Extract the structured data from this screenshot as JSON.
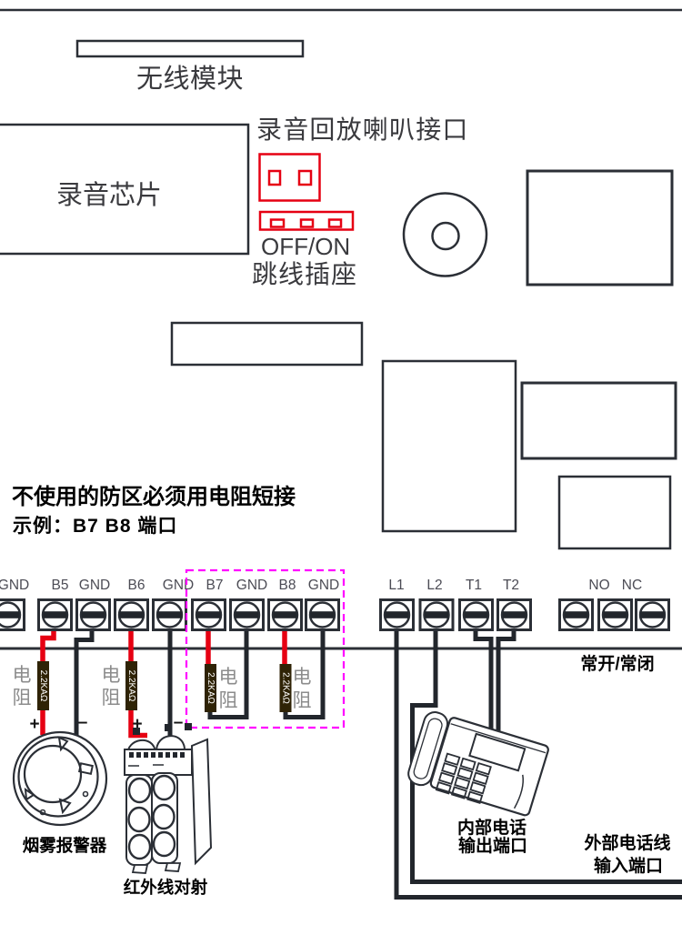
{
  "labels": {
    "wireless_module": "无线模块",
    "recording_chip": "录音芯片",
    "playback_speaker_port": "录音回放喇叭接口",
    "off_on": "OFF/ON",
    "jumper_socket": "跳线插座",
    "note_line1": "不使用的防区必须用电阻短接",
    "note_line2": "示例：B7 B8 端口",
    "normally_open_closed": "常开/常闭",
    "smoke_detector": "烟雾报警器",
    "infrared_beam": "红外线对射",
    "internal_phone_line1": "内部电话",
    "internal_phone_line2": "输出端口",
    "external_phone_line1": "外部电话线",
    "external_phone_line2": "输入端口"
  },
  "resistor": {
    "value": "2.2KAΩ",
    "label_char1": "电",
    "label_char2": "阻"
  },
  "polarity": {
    "plus": "+",
    "minus": "–"
  },
  "terminals": {
    "left_labels": [
      "GND",
      "B5",
      "GND",
      "B6",
      "GND",
      "B7",
      "GND",
      "B8",
      "GND"
    ],
    "line_labels": [
      "L1",
      "L2",
      "T1",
      "T2"
    ],
    "relay_labels": [
      "NO",
      "NC"
    ]
  },
  "colors": {
    "line_dark": "#2b2f36",
    "wire_black": "#22262c",
    "wire_red": "#e60012",
    "connector_red": "#e60012",
    "highlight_magenta": "#ff00ff",
    "resistor_body": "#2f2306",
    "terminal_label_gray": "#4c4c55"
  }
}
